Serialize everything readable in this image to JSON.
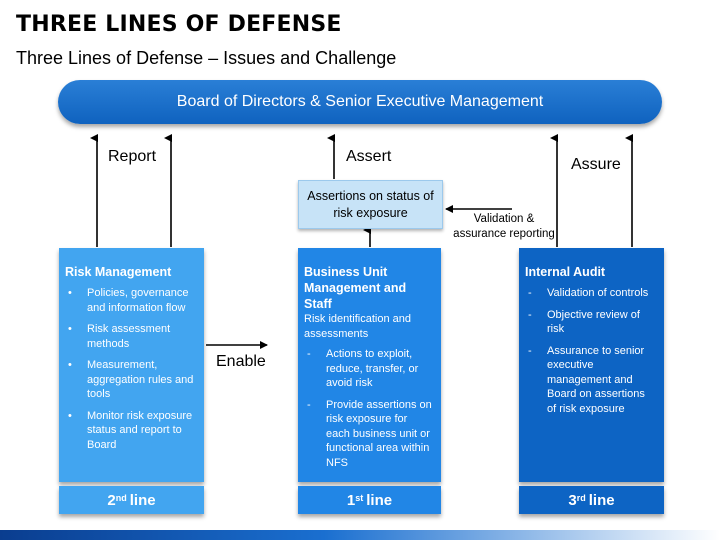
{
  "title": "THREE LINES OF DEFENSE",
  "subtitle": "Three Lines of Defense – Issues and Challenge",
  "board": "Board of Directors & Senior Executive Management",
  "arrow_labels": {
    "report": "Report",
    "assert": "Assert",
    "assure": "Assure",
    "enable": "Enable",
    "validation": "Validation & assurance reporting"
  },
  "assertion_box": "Assertions on status of risk exposure",
  "columns": [
    {
      "heading": "Risk Management",
      "subheading": "",
      "marker": "•",
      "items": [
        "Policies, governance and information flow",
        "Risk assessment methods",
        "Measurement, aggregation rules and tools",
        "Monitor risk exposure status and report to Board"
      ],
      "footer_num": "2",
      "footer_sup": "nd",
      "footer_text": "line"
    },
    {
      "heading": "Business Unit Management and Staff",
      "subheading": "Risk identification and assessments",
      "marker": "-",
      "items": [
        "Actions to exploit, reduce, transfer, or avoid risk",
        "Provide assertions on risk exposure for each business unit or functional area within NFS"
      ],
      "footer_num": "1",
      "footer_sup": "st",
      "footer_text": "line"
    },
    {
      "heading": "Internal Audit",
      "subheading": "",
      "marker": "-",
      "items": [
        "Validation of controls",
        " Objective review of risk",
        "Assurance to senior executive management and Board on assertions of risk exposure"
      ],
      "footer_num": "3",
      "footer_sup": "rd",
      "footer_text": "line"
    }
  ],
  "colors": {
    "board": "#1670cc",
    "col_1": "#42a5f0",
    "col_2": "#2186e6",
    "col_3": "#0d64c4",
    "assertion_box": "#c7e3f7"
  }
}
